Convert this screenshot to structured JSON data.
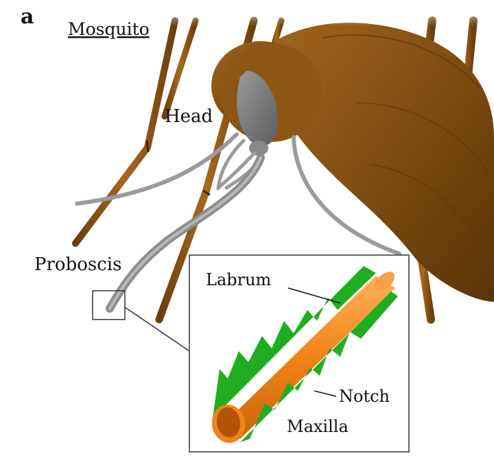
{
  "figure": {
    "panel_letter": "a",
    "title": "Mosquito",
    "labels": {
      "head": "Head",
      "proboscis": "Proboscis",
      "labrum": "Labrum",
      "notch": "Notch",
      "maxilla": "Maxilla"
    },
    "colors": {
      "body": "#7a4a10",
      "head_eye": "#7d7d7d",
      "labrum": "#f28c1e",
      "maxilla": "#1fae1f",
      "frame": "#333333"
    }
  }
}
